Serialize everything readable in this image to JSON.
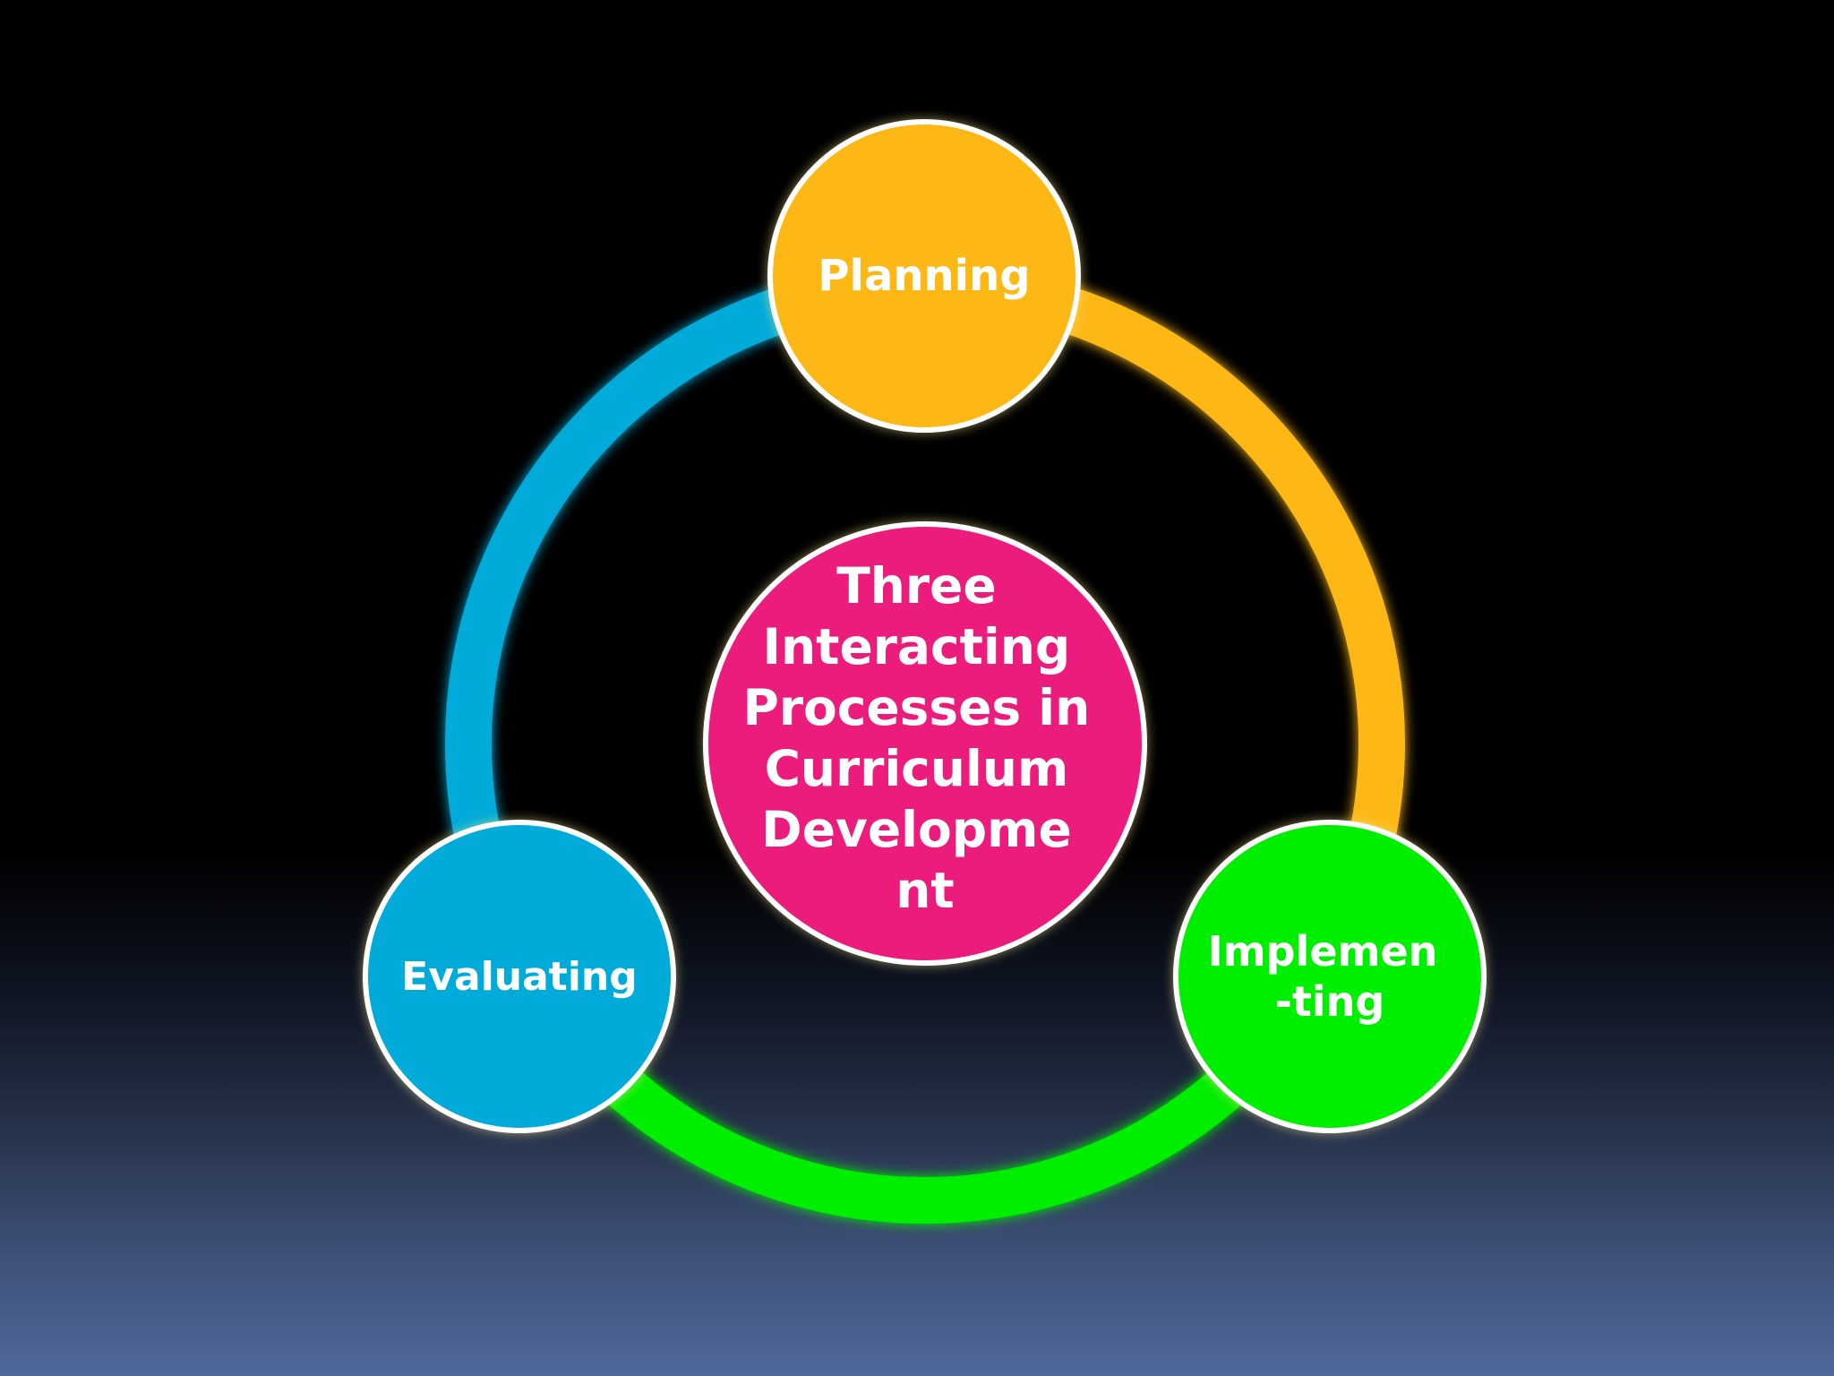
{
  "diagram": {
    "center": {
      "lines": [
        "Three",
        "Interacting",
        "Processes in",
        "Curriculum",
        "Developme",
        "nt"
      ],
      "color": "#ec1a7c"
    },
    "nodes": [
      {
        "id": "planning",
        "lines": [
          "Planning"
        ],
        "color": "#fdb813"
      },
      {
        "id": "implementing",
        "lines": [
          "Implemen",
          "-ting"
        ],
        "color": "#06ee06"
      },
      {
        "id": "evaluating",
        "lines": [
          "Evaluating"
        ],
        "color": "#02aad9"
      }
    ],
    "arcs": [
      {
        "from": "planning",
        "to": "implementing",
        "color": "#fdb813"
      },
      {
        "from": "implementing",
        "to": "evaluating",
        "color": "#06ee06"
      },
      {
        "from": "evaluating",
        "to": "planning",
        "color": "#02aad9"
      }
    ],
    "border_color": "#ffffff"
  }
}
